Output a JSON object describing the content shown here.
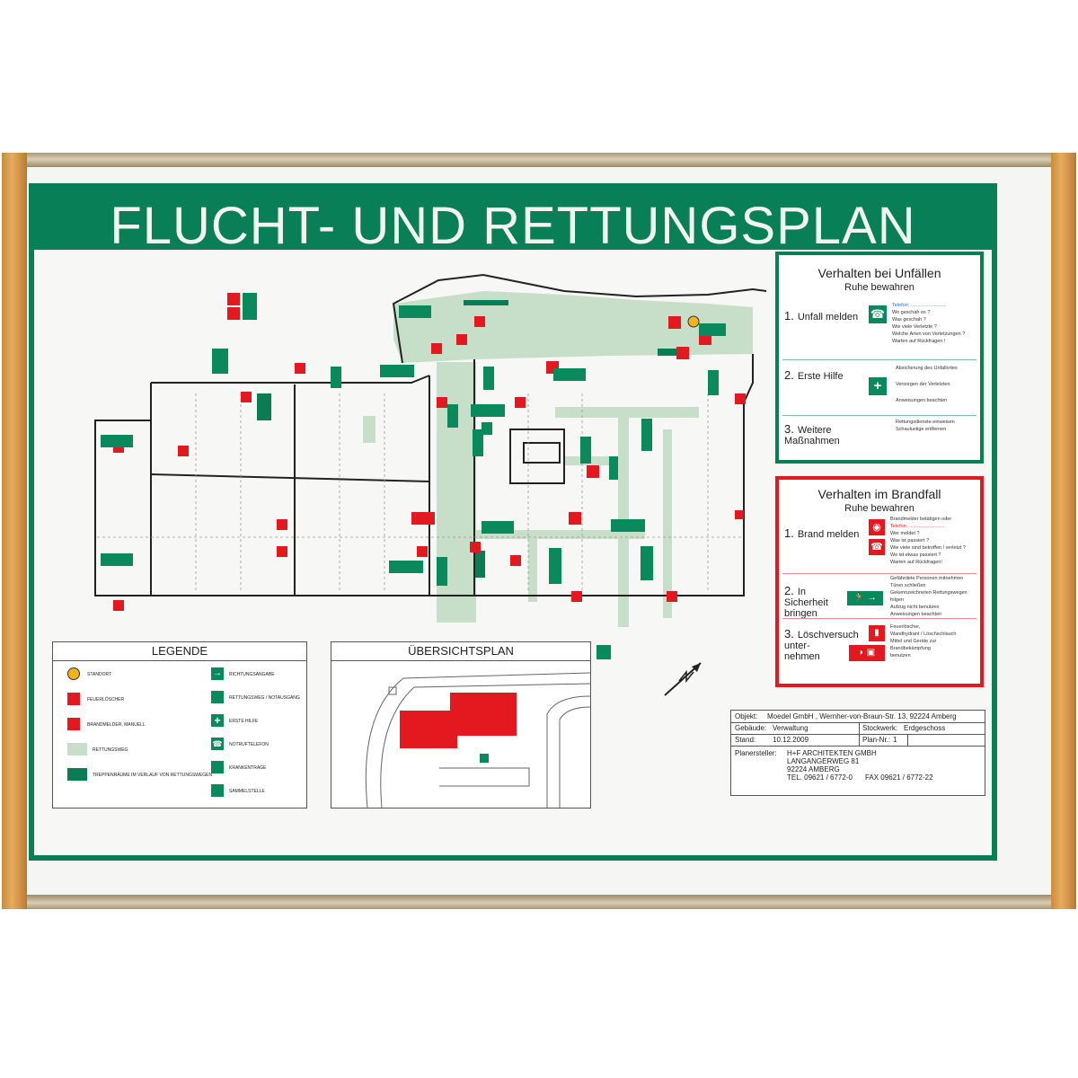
{
  "title": "FLUCHT- UND RETTUNGSPLAN",
  "colors": {
    "green": "#087f57",
    "red": "#e4191f",
    "route": "#c7dfc8",
    "frame_wood": "#d49447"
  },
  "accidents": {
    "title": "Verhalten bei Unfällen",
    "subtitle": "Ruhe bewahren",
    "steps": [
      {
        "num": "1.",
        "label": "Unfall melden",
        "lines": [
          "Telefon: ..........................",
          "Wo geschah es ?",
          "Was geschah ?",
          "Wie viele Verletzte ?",
          "Welche Arten von Verletzungen ?",
          "Warten auf Rückfragen !"
        ]
      },
      {
        "num": "2.",
        "label": "Erste Hilfe",
        "lines": [
          "Absicherung des Unfallortes",
          "Versorgen der Verletzten",
          "Anweisungen beachten"
        ]
      },
      {
        "num": "3.",
        "label": "Weitere Maßnahmen",
        "lines": [
          "Rettungsdienste einweisen",
          "Schaulustige entfernen"
        ]
      }
    ]
  },
  "fire": {
    "title": "Verhalten im Brandfall",
    "subtitle": "Ruhe bewahren",
    "steps": [
      {
        "num": "1.",
        "label": "Brand melden",
        "lines": [
          "Brandmelder betätigen oder",
          "Telefon: ..........................",
          "Wer meldet ?",
          "Was ist passiert ?",
          "Wie viele sind betroffen / verletzt ?",
          "Wo ist etwas passiert ?",
          "Warten auf Rückfragen!"
        ]
      },
      {
        "num": "2.",
        "label": "In Sicherheit bringen",
        "lines": [
          "Gefährdete Personen mitnehmen",
          "Türen schließen",
          "Gekennzeichneten Rettungswegen folgen",
          "Aufzug nicht benutzen",
          "Anweisungen beachten"
        ]
      },
      {
        "num": "3.",
        "label": "Löschversuch unter-nehmen",
        "lines": [
          "Feuerlöscher,",
          "Wandhydrant / Löschschlauch",
          "Mittel und Geräte zur",
          "Brandbekämpfung",
          "benutzen"
        ]
      }
    ]
  },
  "legend": {
    "title": "LEGENDE",
    "left": [
      "STANDORT",
      "FEUERLÖSCHER",
      "BRANDMELDER, MANUELL",
      "RETTUNGSWEG",
      "TREPPENRÄUME IM VERLAUF VON RETTUNGSWEGEN"
    ],
    "right": [
      "RICHTUNGSANGABE",
      "RETTUNGSWEG / NOTAUSGANG",
      "ERSTE HILFE",
      "NOTRUFTELEFON",
      "KRANKENTRAGE",
      "SAMMELSTELLE"
    ]
  },
  "overview": {
    "title": "ÜBERSICHTSPLAN"
  },
  "info": {
    "objekt_label": "Objekt:",
    "objekt": "Moedel GmbH , Wernher-von-Braun-Str. 13, 92224 Amberg",
    "gebaeude_label": "Gebäude:",
    "gebaeude": "Verwaltung",
    "stockwerk_label": "Stockwerk:",
    "stockwerk": "Erdgeschoss",
    "stand_label": "Stand:",
    "stand": "10.12.2009",
    "plan_label": "Plan-Nr.:",
    "plan": "1",
    "planer_label": "Planersteller:",
    "planer": [
      "H+F ARCHITEKTEN GMBH",
      "LANGANGERWEG 81",
      "92224 AMBERG",
      "TEL. 09621 / 6772-0",
      "FAX 09621 / 6772-22"
    ]
  }
}
